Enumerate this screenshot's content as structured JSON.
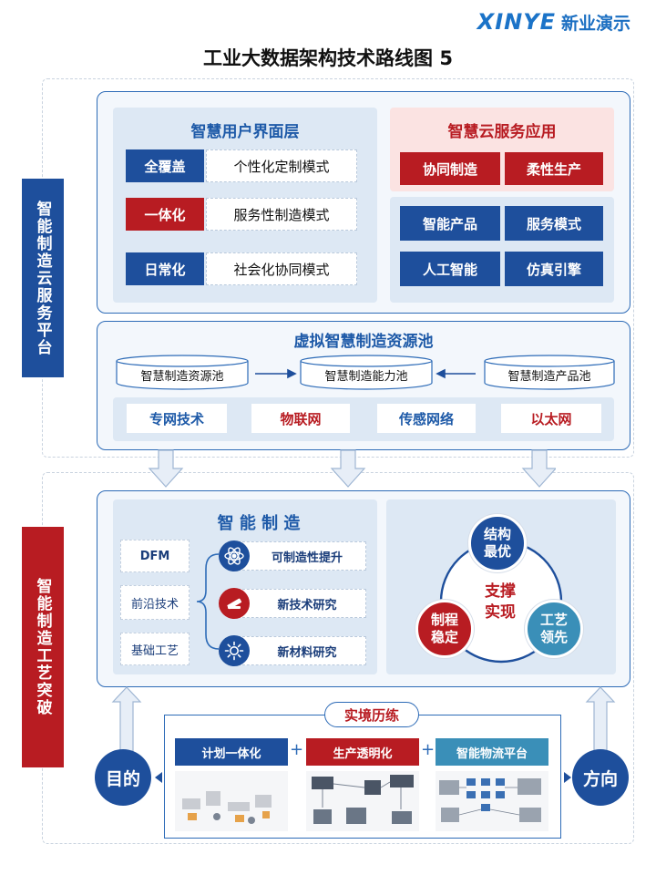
{
  "brand": {
    "logo": "XINYE",
    "name": "新业演示"
  },
  "title": "工业大数据架构技术路线图 5",
  "side_labels": {
    "top": "智能制造云服务平台",
    "bottom": "智能制造工艺突破"
  },
  "ui_layer": {
    "title": "智慧用户界面层",
    "rows": [
      {
        "tag": "全覆盖",
        "text": "个性化定制模式",
        "color": "#1e4f9c"
      },
      {
        "tag": "一体化",
        "text": "服务性制造模式",
        "color": "#b81c22"
      },
      {
        "tag": "日常化",
        "text": "社会化协同模式",
        "color": "#1e4f9c"
      }
    ]
  },
  "cloud_apps": {
    "title": "智慧云服务应用",
    "red_items": [
      "协同制造",
      "柔性生产"
    ],
    "blue_items": [
      "智能产品",
      "服务模式",
      "人工智能",
      "仿真引擎"
    ]
  },
  "resource_pool": {
    "title": "虚拟智慧制造资源池",
    "pools": [
      "智慧制造资源池",
      "智慧制造能力池",
      "智慧制造产品池"
    ],
    "techs": [
      "专网技术",
      "物联网",
      "传感网络",
      "以太网"
    ]
  },
  "smart_mfg": {
    "title": "智 能 制 造",
    "left_items": [
      "DFM",
      "前沿技术",
      "基础工艺"
    ],
    "right_items": [
      "可制造性提升",
      "新技术研究",
      "新材料研究"
    ]
  },
  "support": {
    "center": "支撑\n实现",
    "circles": [
      "结构\n最优",
      "制程\n稳定",
      "工艺\n领先"
    ]
  },
  "practice": {
    "title": "实境历练",
    "items": [
      "计划一体化",
      "生产透明化",
      "智能物流平台"
    ],
    "left": "目的",
    "right": "方向"
  },
  "colors": {
    "blue": "#1e4f9c",
    "red": "#b81c22",
    "teal": "#3a8fb8"
  }
}
